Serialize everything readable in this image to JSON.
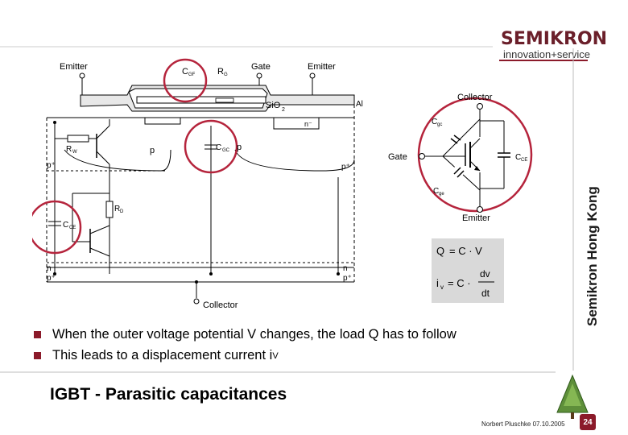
{
  "logo": {
    "wordmark": "SEMIKRON",
    "tagline": "innovation+service"
  },
  "side_label": "Semikron Hong Kong",
  "cross_section": {
    "labels": {
      "emitter_left": "Emitter",
      "gate": "Gate",
      "emitter_right": "Emitter",
      "cgf": "C",
      "cgf_sub": "GF",
      "rg": "R",
      "rg_sub": "G",
      "sio2": "SiO",
      "sio2_sub": "2",
      "al": "Al",
      "n_plus_top": "n⁻",
      "rw": "R",
      "rw_sub": "W",
      "p_left": "p",
      "cgc": "C",
      "cgc_sub": "GC",
      "p_mid": "p",
      "p_plus_left": "p⁺",
      "p_plus_right": "p⁺",
      "rd": "R",
      "rd_sub": "D",
      "cce": "C",
      "cce_sub": "CE",
      "n_left": "n",
      "n_right": "n",
      "p_bottom_left": "p⁺",
      "p_bottom_right": "p⁺",
      "collector": "Collector"
    }
  },
  "equivalent": {
    "collector": "Collector",
    "cgc": "C",
    "cgc_sub": "gc",
    "gate": "Gate",
    "cce": "C",
    "cce_sub": "CE",
    "cge": "C",
    "cge_sub": "ge",
    "emitter": "Emitter"
  },
  "formulas": {
    "q_lhs": "Q",
    "q_rhs": "= C · V",
    "i_lhs": "i",
    "i_sub": "v",
    "i_eq": "= C ·",
    "num": "dv",
    "den": "dt"
  },
  "bullets": [
    {
      "text": "When the outer voltage potential V changes, the load Q has to follow"
    },
    {
      "text": "This leads to a displacement current i",
      "sub": "V"
    }
  ],
  "footer": {
    "title": "IGBT - Parasitic capacitances",
    "author": "Norbert Pluschke  07.10.2005",
    "page": "24"
  },
  "colors": {
    "brand": "#8b1a2a",
    "highlight_circle": "#b5243c"
  }
}
